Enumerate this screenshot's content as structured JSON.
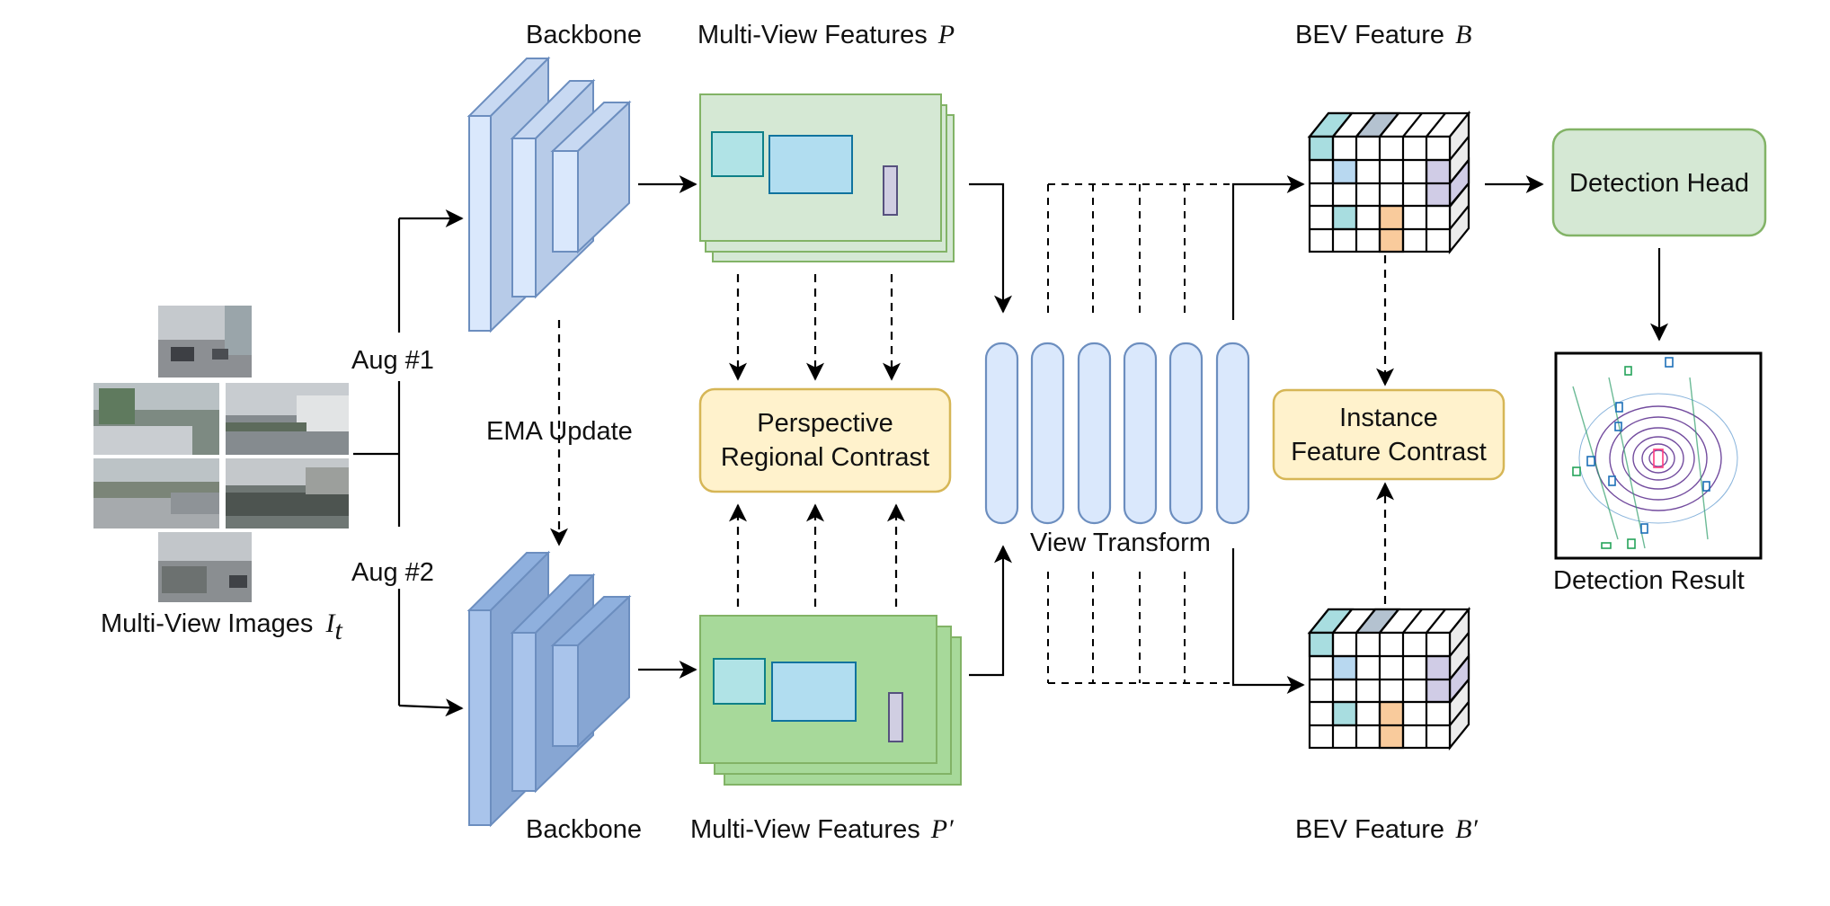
{
  "labels": {
    "backbone_top": "Backbone",
    "backbone_bottom": "Backbone",
    "mv_features_top": "Multi-View Features",
    "mv_features_top_sym": "P",
    "mv_features_bottom": "Multi-View Features",
    "mv_features_bottom_sym": "P′",
    "bev_top": "BEV Feature",
    "bev_top_sym": "B",
    "bev_bottom": "BEV Feature",
    "bev_bottom_sym": "B′",
    "aug1": "Aug #1",
    "aug2": "Aug #2",
    "ema_update": "EMA Update",
    "mv_images": "Multi-View Images",
    "mv_images_sym": "I",
    "mv_images_sub": "t",
    "view_transform": "View Transform",
    "detection_result": "Detection Result"
  },
  "boxes": {
    "perspective_line1": "Perspective",
    "perspective_line2": "Regional Contrast",
    "instance_line1": "Instance",
    "instance_line2": "Feature Contrast",
    "detection_head": "Detection Head"
  },
  "colors": {
    "backbone_top_fill": "#dae8fc",
    "backbone_bottom_fill": "#a9c4eb",
    "backbone_stroke": "#6c8ebf",
    "feat_top_fill": "#d5e8d4",
    "feat_bottom_fill": "#a7d99a",
    "feat_stroke": "#82b366",
    "contrast_fill": "#fff2cc",
    "contrast_stroke": "#d6b656",
    "head_fill": "#d5e8d4",
    "cell_cyan": "#a8dde0",
    "cell_blue": "#b8d8f0",
    "cell_gray": "#b4c2d0",
    "cell_purple": "#d0cce6",
    "cell_orange": "#f9cb9c",
    "region_teal": "#b0e3e6",
    "region_blue": "#b1ddf0",
    "region_lilac": "#d0cee2"
  }
}
